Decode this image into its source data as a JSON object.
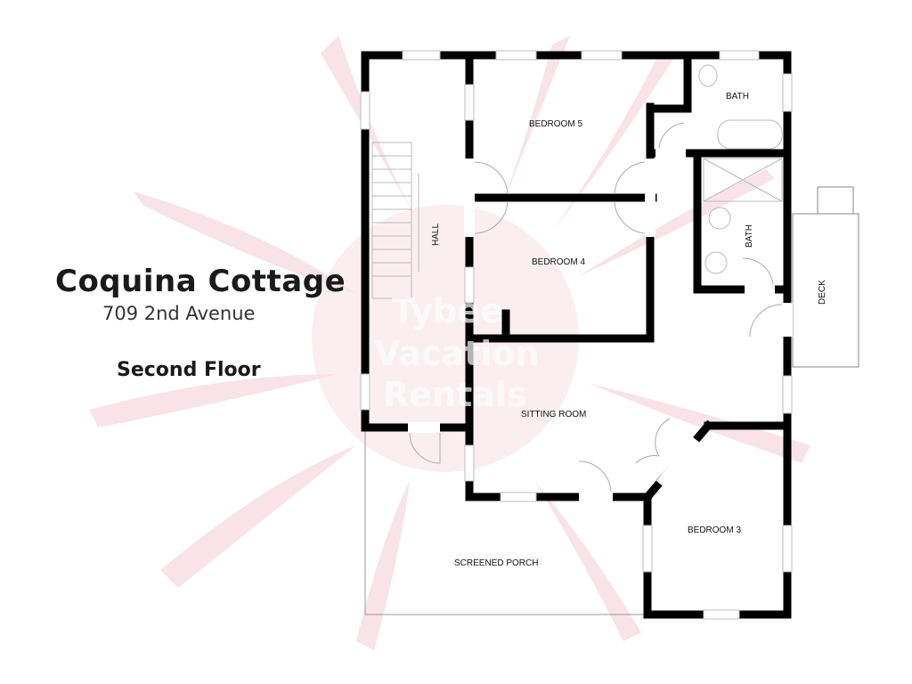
{
  "header": {
    "title": "Coquina Cottage",
    "address": "709 2nd Avenue",
    "floor": "Second Floor"
  },
  "watermark": {
    "text_lines": [
      "Tybee",
      "Vacation",
      "Rentals"
    ],
    "color": "#f7dde3"
  },
  "rooms": {
    "bedroom5": "BEDROOM 5",
    "bedroom4": "BEDROOM 4",
    "bedroom3": "BEDROOM 3",
    "bath_upper": "BATH",
    "bath_lower": "BATH",
    "hall": "HALL",
    "deck": "DECK",
    "sitting_room": "SITTING ROOM",
    "screened_porch": "SCREENED PORCH"
  },
  "colors": {
    "wall": "#000000",
    "window": "#bdbdbd",
    "background": "#ffffff"
  }
}
